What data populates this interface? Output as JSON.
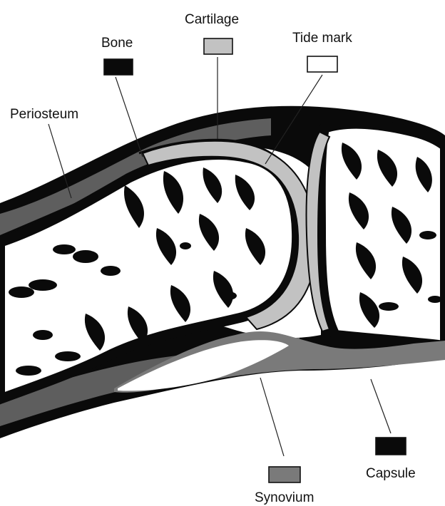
{
  "labels": {
    "bone": "Bone",
    "cartilage": "Cartilage",
    "tide_mark": "Tide mark",
    "periosteum": "Periosteum",
    "synovium": "Synovium",
    "capsule": "Capsule"
  },
  "legend_colors": {
    "bone": "#0a0a0a",
    "cartilage": "#c2c2c2",
    "tide_mark": "#ffffff",
    "synovium": "#7a7a7a",
    "capsule": "#0a0a0a",
    "periosteum": "#5e5e5e"
  }
}
